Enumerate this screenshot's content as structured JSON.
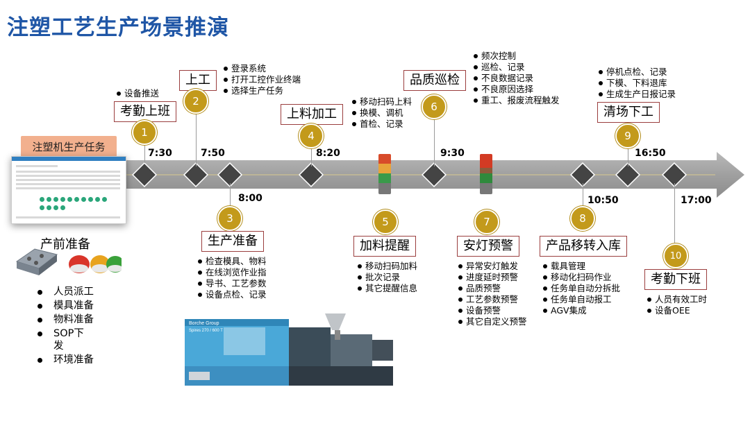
{
  "title": "注塑工艺生产场景推演",
  "task_tag": "注塑机生产任务",
  "prep": {
    "title": "产前准备",
    "items": [
      "人员派工",
      "模具准备",
      "物料准备",
      "SOP下发",
      "环境准备"
    ]
  },
  "steps": [
    {
      "num": "1",
      "label": "考勤上班",
      "time": "7:30",
      "bullets": [
        "设备推送"
      ]
    },
    {
      "num": "2",
      "label": "上工",
      "time": "7:50",
      "bullets": [
        "登录系统",
        "打开工控作业终端",
        "选择生产任务"
      ]
    },
    {
      "num": "3",
      "label": "生产准备",
      "time": "8:00",
      "bullets": [
        "检查模具、物料",
        "在线浏览作业指",
        "导书、工艺参数",
        "设备点检、记录"
      ]
    },
    {
      "num": "4",
      "label": "上料加工",
      "time": "8:20",
      "bullets": [
        "移动扫码上料",
        "换模、调机",
        "首检、记录"
      ]
    },
    {
      "num": "5",
      "label": "加料提醒",
      "time": "",
      "bullets": [
        "移动扫码加料",
        "批次记录",
        "其它提醒信息"
      ]
    },
    {
      "num": "6",
      "label": "品质巡检",
      "time": "9:30",
      "bullets": [
        "频次控制",
        "巡检、记录",
        "不良数据记录",
        "不良原因选择",
        "重工、报废流程触发"
      ]
    },
    {
      "num": "7",
      "label": "安灯预警",
      "time": "",
      "bullets": [
        "异常安灯触发",
        "进度延时预警",
        "品质预警",
        "工艺参数预警",
        "设备预警",
        "其它自定义预警"
      ]
    },
    {
      "num": "8",
      "label": "产品移转入库",
      "time": "10:50",
      "bullets": [
        "载具管理",
        "移动化扫码作业",
        "任务单自动分拆批",
        "任务单自动报工",
        "AGV集成"
      ]
    },
    {
      "num": "9",
      "label": "清场下工",
      "time": "16:50",
      "bullets": [
        "停机点检、记录",
        "下模、下料退库",
        "生成生产日报记录"
      ]
    },
    {
      "num": "10",
      "label": "考勤下班",
      "time": "17:00",
      "bullets": [
        "人员有效工时",
        "设备OEE"
      ]
    }
  ],
  "colors": {
    "title": "#1f56a6",
    "node": "#c39a1b",
    "box_border": "#9a3d3d",
    "arrow": "#a6a6a6",
    "task_tag": "#f2b08e"
  },
  "machine": {
    "brand_text": "Borche Group",
    "model_text": "Spires 270 / 600 T"
  }
}
